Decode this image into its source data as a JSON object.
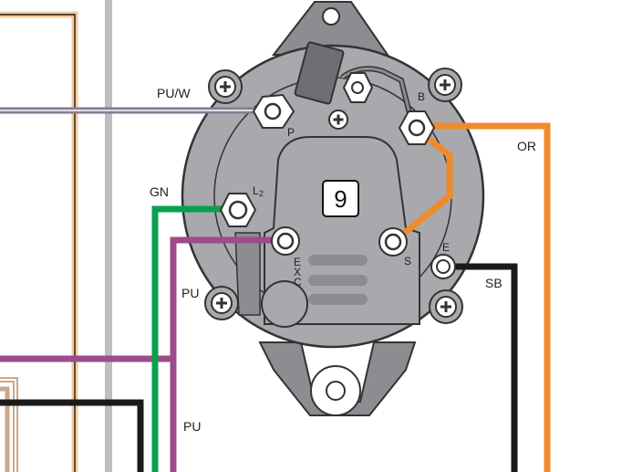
{
  "wire_labels": {
    "pu_w": "PU/W",
    "gn": "GN",
    "pu_upper": "PU",
    "pu_lower": "PU",
    "or": "OR",
    "sb": "SB"
  },
  "terminal_labels": {
    "p": "P",
    "b": "B",
    "l2_main": "L",
    "l2_sub": "2",
    "exc_e": "E",
    "exc_x": "X",
    "exc_c": "C",
    "s": "S",
    "e": "E"
  },
  "badge": {
    "number": "9"
  },
  "colors": {
    "tan": "#f5c99a",
    "orange": "#f08a2b",
    "green": "#0aa050",
    "purple": "#9c4c8c",
    "purple_white": "#8a7a92",
    "black": "#1a1a1a",
    "gray_wire": "#bdbdc2",
    "body": "#a9a9ad",
    "body_dark": "#8c8c91",
    "outline": "#333333"
  }
}
